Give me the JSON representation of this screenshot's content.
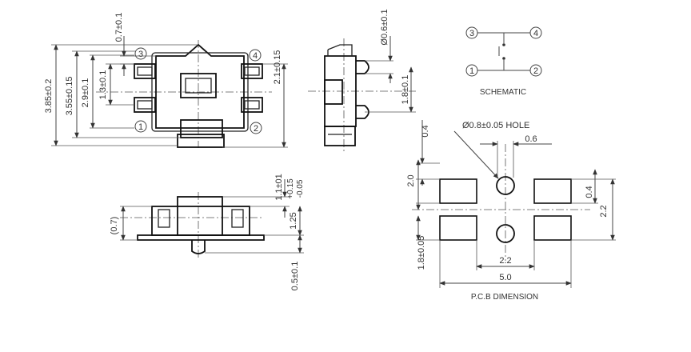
{
  "top_view": {
    "dims": {
      "pin_pitch_top": "0.7±0.1",
      "overall_height": "3.85±0.2",
      "body_height": "3.55±0.15",
      "pin_span": "2.9±0.1",
      "pin_width": "1.3±0.1",
      "pin_offset": "2.1±0.15"
    },
    "pins": [
      "3",
      "4",
      "1",
      "2"
    ]
  },
  "side_view": {
    "dims": {
      "post_dia": "Ø0.6±0.1",
      "post_span": "1.8±0.1"
    }
  },
  "front_view": {
    "dims": {
      "cap_height": "1.1±01",
      "tol_plus": "+0.15",
      "tol_minus": "-0.05",
      "body_thickness": "1.25",
      "ref_height": "(0.7)",
      "post_length": "0.5±0.1"
    }
  },
  "schematic": {
    "pins": [
      "3",
      "4",
      "1",
      "2"
    ],
    "caption": "SCHEMATIC"
  },
  "pcb": {
    "hole_label": "Ø0.8±0.05 HOLE",
    "dims": {
      "hole_sep": "0.4",
      "slot_w": "0.6",
      "pad_pitch": "2.0",
      "pad_h": "0.4",
      "pad_span": "2.2",
      "pad_len": "1.8±0.05",
      "hole_pitch": "2.2",
      "total": "5.0"
    },
    "caption": "P.C.B DIMENSION"
  }
}
